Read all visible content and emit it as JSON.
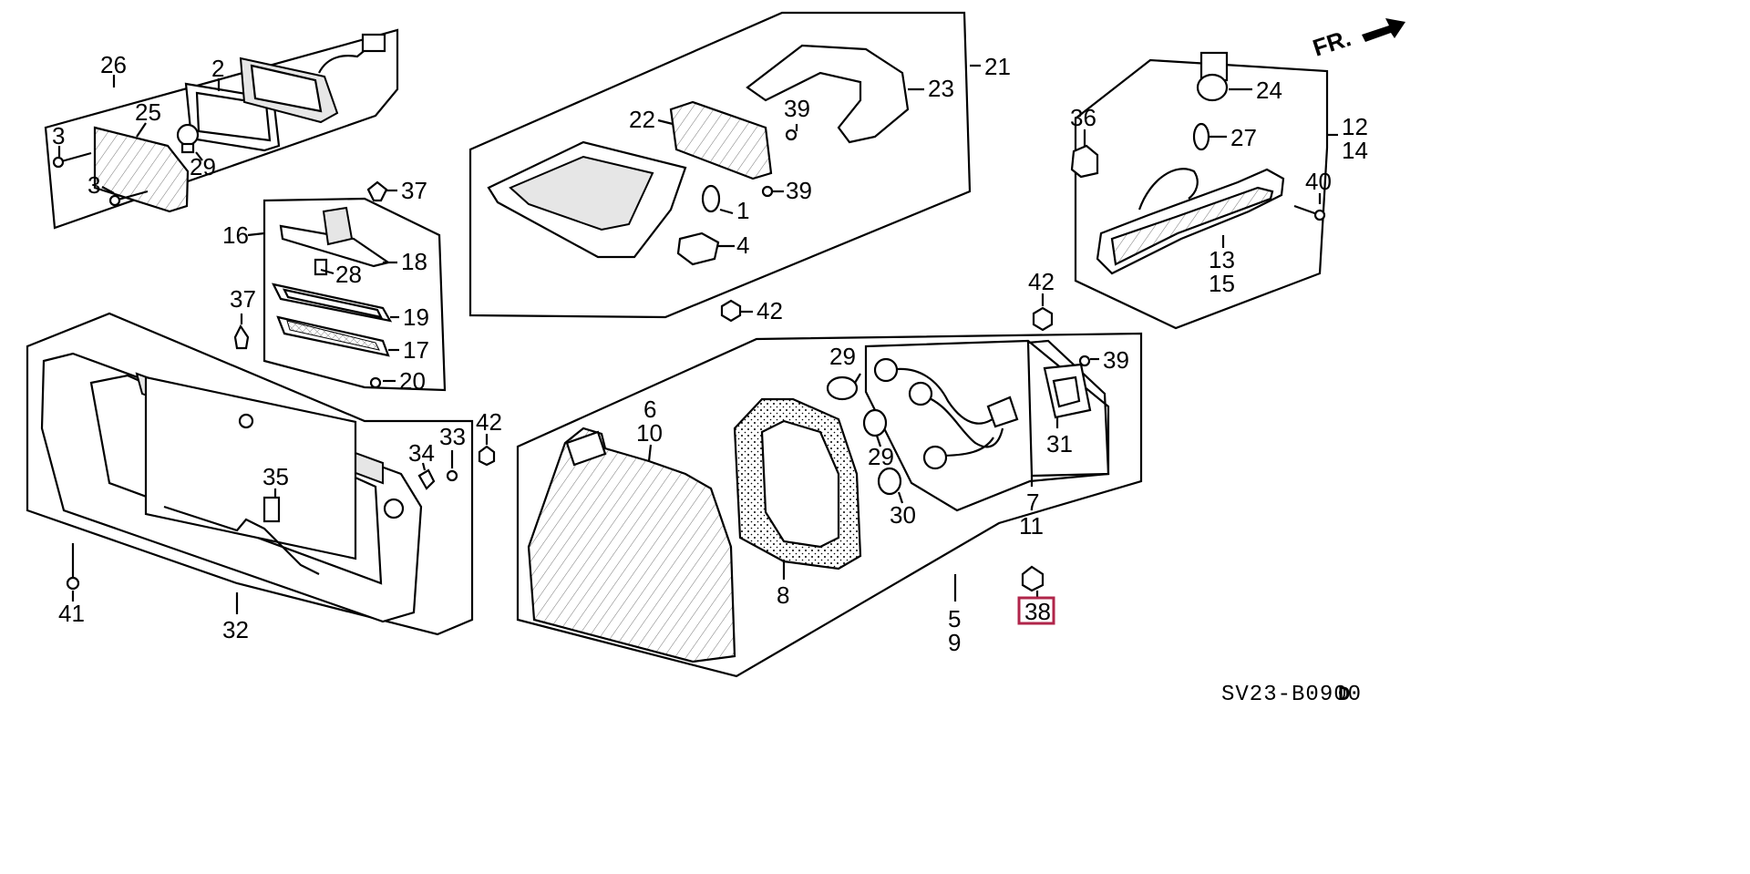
{
  "front_indicator": "FR.",
  "diagram_code": "SV23-B0900",
  "diagram_code_suffix": "D",
  "highlight_color": "#b0254a",
  "highlighted_callout": "38",
  "callouts": {
    "c1": "1",
    "c2": "2",
    "c3a": "3",
    "c3b": "3",
    "c4": "4",
    "c5": "5",
    "c6": "6",
    "c7": "7",
    "c8": "8",
    "c9": "9",
    "c10": "10",
    "c11": "11",
    "c12": "12",
    "c13": "13",
    "c14": "14",
    "c15": "15",
    "c16": "16",
    "c17": "17",
    "c18": "18",
    "c19": "19",
    "c20": "20",
    "c21": "21",
    "c22": "22",
    "c23": "23",
    "c24": "24",
    "c25": "25",
    "c26": "26",
    "c27": "27",
    "c28": "28",
    "c29a": "29",
    "c29b": "29",
    "c29c": "29",
    "c30": "30",
    "c31": "31",
    "c32": "32",
    "c33": "33",
    "c34": "34",
    "c35": "35",
    "c36": "36",
    "c37a": "37",
    "c37b": "37",
    "c38": "38",
    "c39a": "39",
    "c39b": "39",
    "c39c": "39",
    "c40": "40",
    "c41": "41",
    "c42a": "42",
    "c42b": "42",
    "c42c": "42"
  }
}
